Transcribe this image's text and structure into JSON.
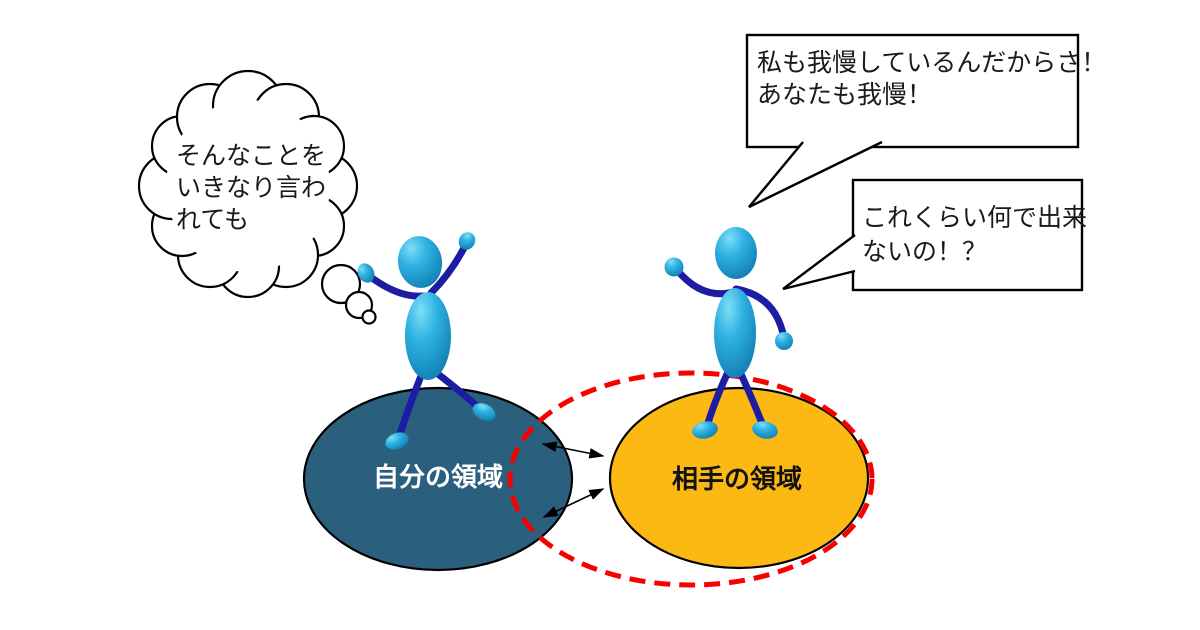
{
  "canvas": {
    "background": "#ffffff"
  },
  "thought_cloud": {
    "lines": [
      "そんなことを",
      "いきなり言わ",
      "れても"
    ],
    "stroke": "#000000"
  },
  "speech_bubble_1": {
    "lines": [
      "私も我慢しているんだからさ！",
      "あなたも我慢！"
    ],
    "stroke": "#000000",
    "fill": "#ffffff"
  },
  "speech_bubble_2": {
    "lines": [
      "これくらい何で出来",
      "ないの！？"
    ],
    "stroke": "#000000",
    "fill": "#ffffff"
  },
  "left_ellipse": {
    "label": "自分の領域",
    "fill": "#2b5f7e",
    "label_color": "#ffffff",
    "outline": "#000000"
  },
  "right_ellipse": {
    "label": "相手の領域",
    "fill": "#fdb913",
    "label_color": "#111111",
    "outline": "#000000"
  },
  "overlap_ellipse": {
    "color": "#f60000",
    "style": "dashed"
  },
  "arrows": {
    "color": "#000000",
    "type": "double-headed",
    "count": 2
  },
  "figures": {
    "left": "stick-person-arms-raised",
    "right": "stick-person-arm-up",
    "body_color": "#29ade0",
    "limb_color": "#1d1da4"
  }
}
